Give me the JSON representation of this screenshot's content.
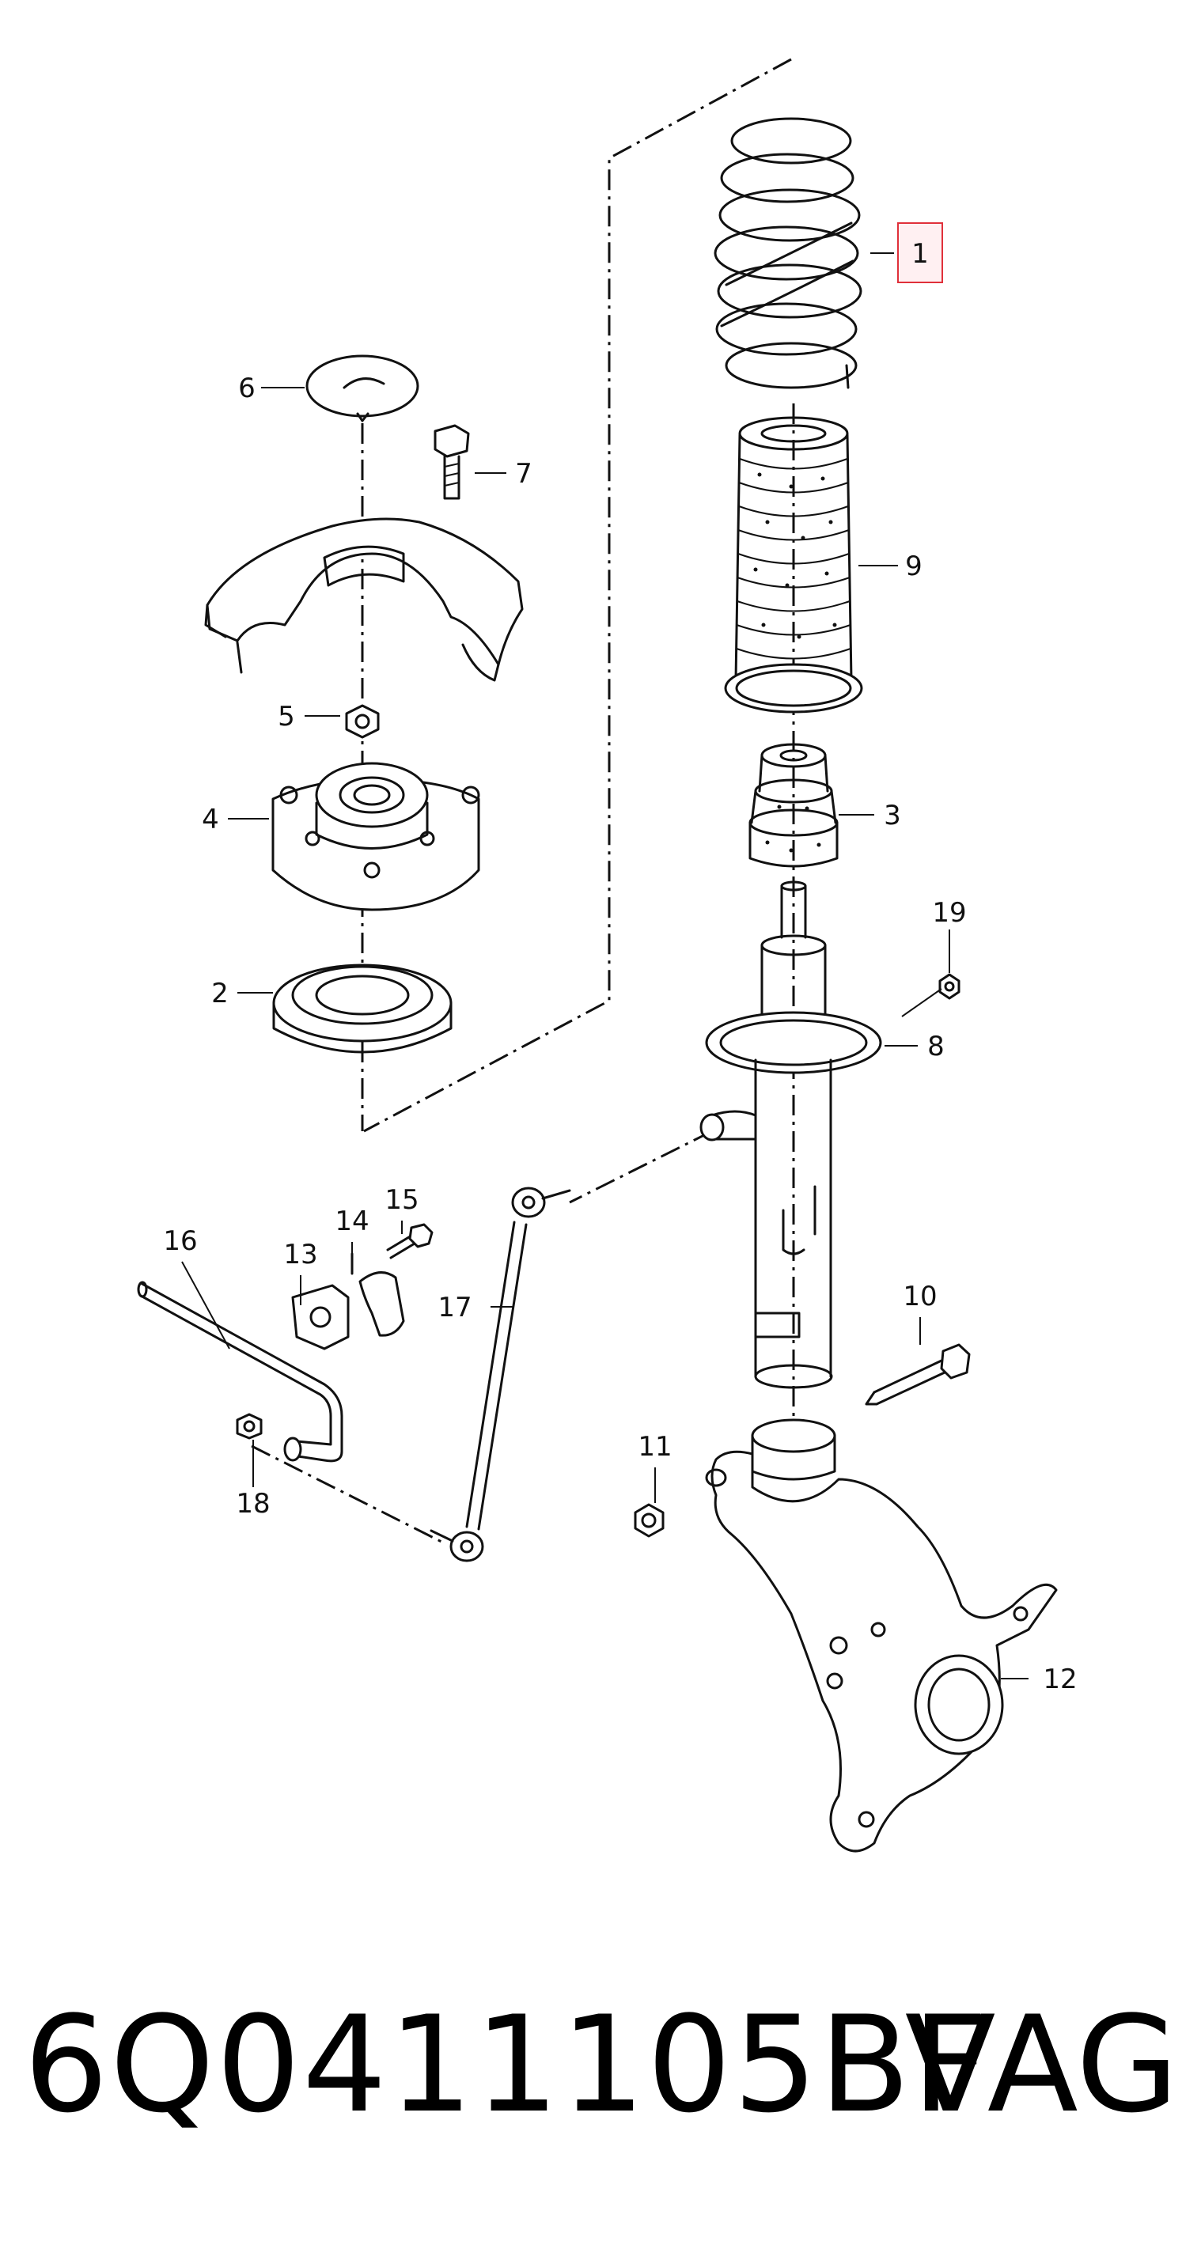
{
  "diagram": {
    "callouts": [
      "1",
      "2",
      "3",
      "4",
      "5",
      "6",
      "7",
      "8",
      "9",
      "10",
      "11",
      "12",
      "13",
      "14",
      "15",
      "16",
      "17",
      "18",
      "19"
    ],
    "highlighted_callout": "1",
    "highlight_color": "#e0303a"
  },
  "footer": {
    "part_number": "6Q0411105BF",
    "brand": "VAG"
  }
}
